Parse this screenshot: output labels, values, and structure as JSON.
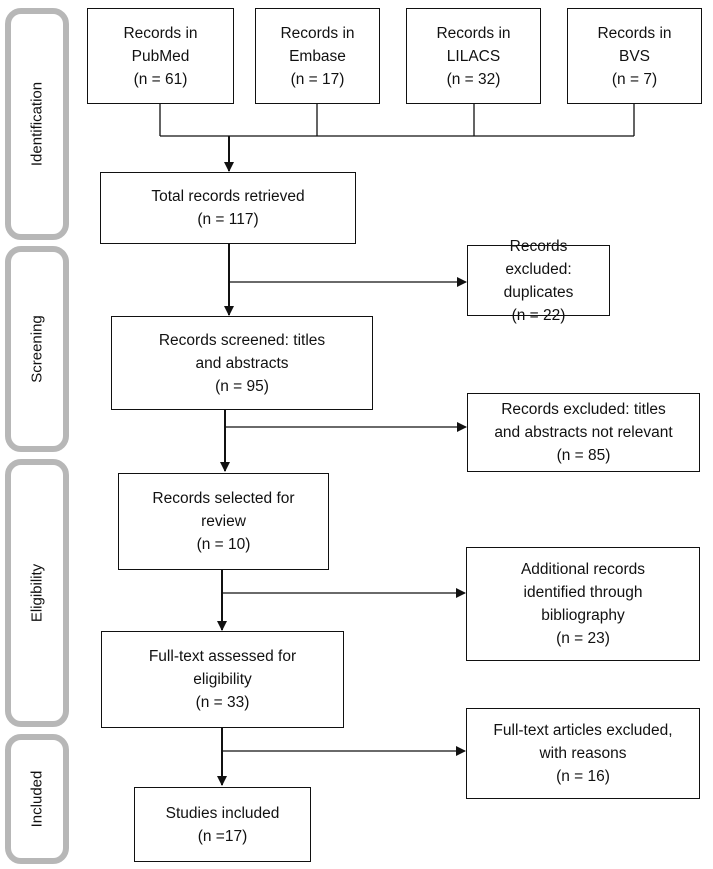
{
  "phases": {
    "identification": "Identification",
    "screening": "Screening",
    "eligibility": "Eligibility",
    "included": "Included"
  },
  "sources": [
    {
      "line1": "Records in",
      "line2": "PubMed",
      "count": "(n = 61)"
    },
    {
      "line1": "Records in",
      "line2": "Embase",
      "count": "(n = 17)"
    },
    {
      "line1": "Records in",
      "line2": "LILACS",
      "count": "(n = 32)"
    },
    {
      "line1": "Records in",
      "line2": "BVS",
      "count": "(n = 7)"
    }
  ],
  "flow": {
    "total": {
      "line1": "Total records retrieved",
      "count": "(n = 117)"
    },
    "screened": {
      "line1": "Records screened: titles",
      "line2": "and abstracts",
      "count": "(n = 95)"
    },
    "selected": {
      "line1": "Records selected for",
      "line2": "review",
      "count": "(n = 10)"
    },
    "fulltext": {
      "line1": "Full-text assessed for",
      "line2": "eligibility",
      "count": "(n = 33)"
    },
    "included": {
      "line1": "Studies included",
      "count": "(n =17)"
    }
  },
  "side": {
    "duplicates": {
      "line1": "Records excluded:",
      "line2": "duplicates",
      "count": "(n = 22)"
    },
    "not_relevant": {
      "line1": "Records excluded: titles",
      "line2": "and abstracts not relevant",
      "count": "(n = 85)"
    },
    "additional": {
      "line1": "Additional records",
      "line2": "identified through",
      "line3": "bibliography",
      "count": "(n = 23)"
    },
    "fulltext_excluded": {
      "line1": "Full-text articles excluded,",
      "line2": "with reasons",
      "count": "(n = 16)"
    }
  }
}
